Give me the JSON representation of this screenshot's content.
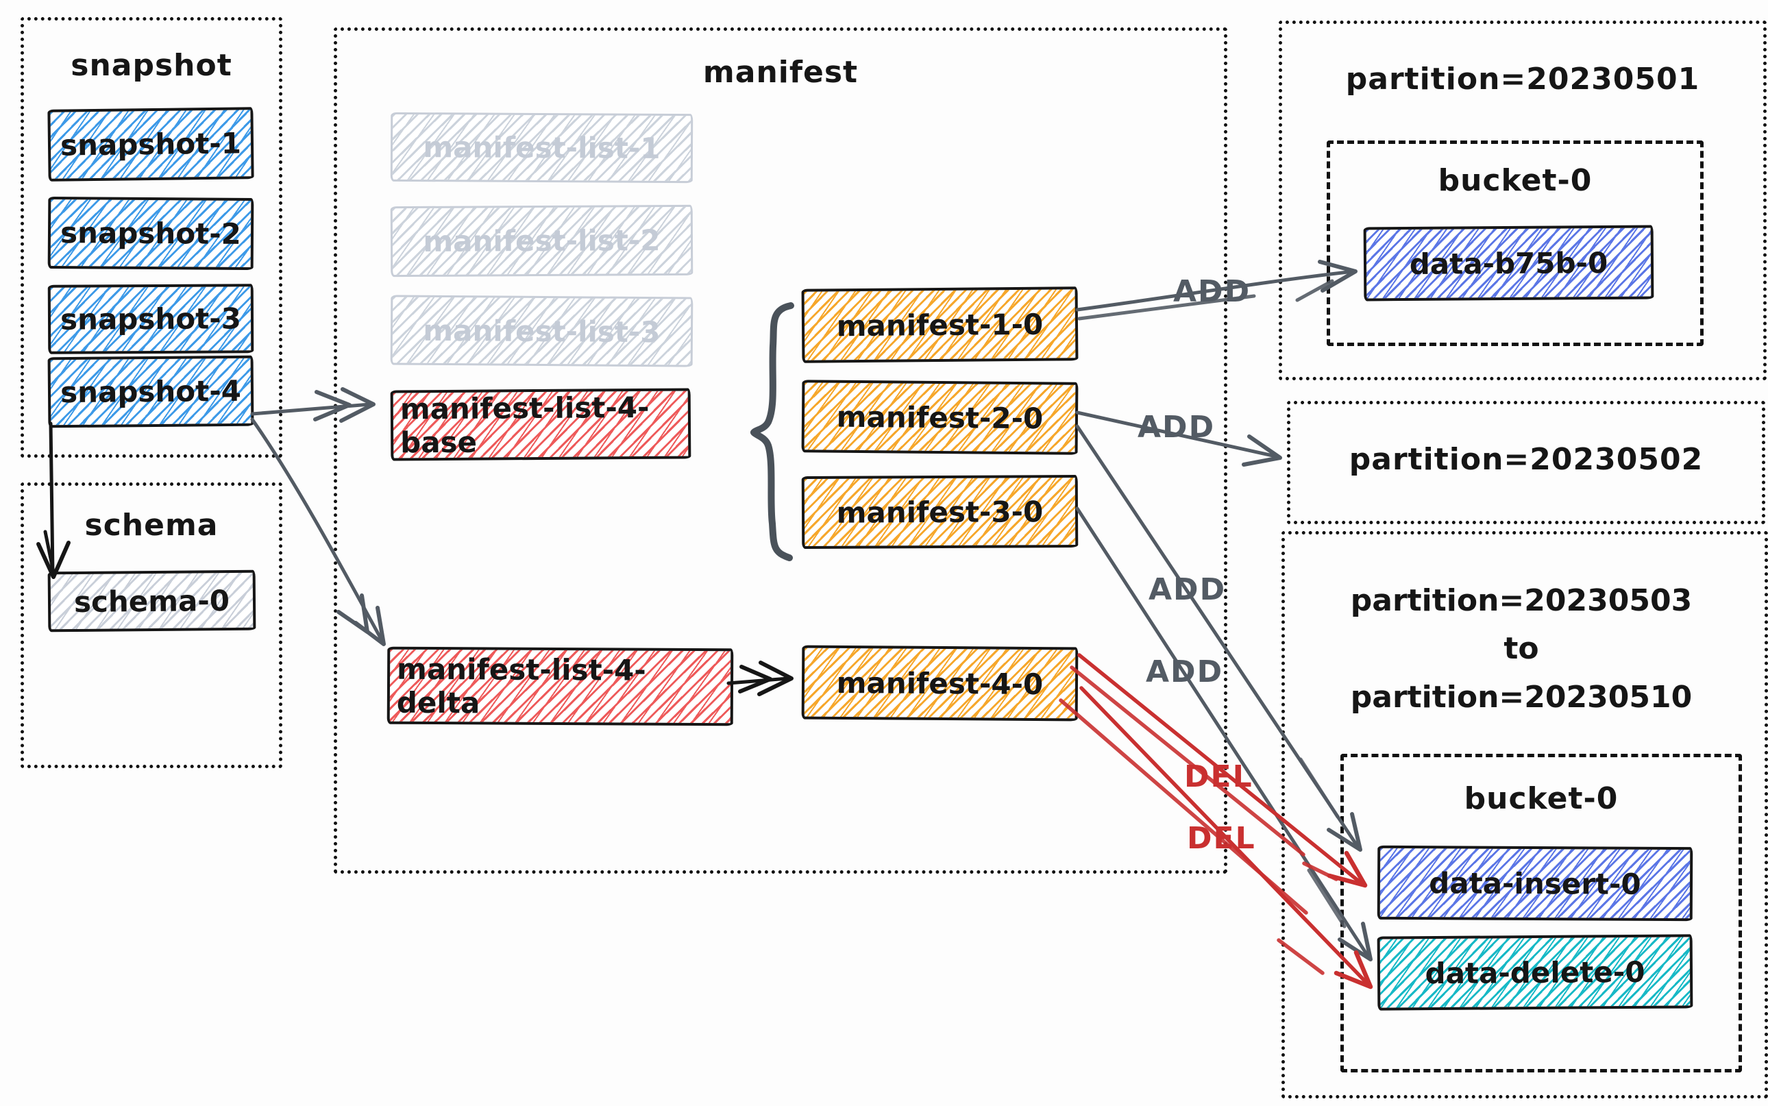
{
  "diagram": {
    "snapshot_group": {
      "title": "snapshot",
      "items": [
        "snapshot-1",
        "snapshot-2",
        "snapshot-3",
        "snapshot-4"
      ]
    },
    "schema_group": {
      "title": "schema",
      "items": [
        "schema-0"
      ]
    },
    "manifest_group": {
      "title": "manifest",
      "faded_lists": [
        "manifest-list-1",
        "manifest-list-2",
        "manifest-list-3"
      ],
      "lists": [
        "manifest-list-4-base",
        "manifest-list-4-delta"
      ],
      "manifests": [
        "manifest-1-0",
        "manifest-2-0",
        "manifest-3-0",
        "manifest-4-0"
      ]
    },
    "partitions": [
      {
        "title": "partition=20230501",
        "bucket": {
          "title": "bucket-0",
          "files": [
            "data-b75b-0"
          ]
        }
      },
      {
        "title": "partition=20230502"
      },
      {
        "title_lines": [
          "partition=20230503",
          "to",
          "partition=20230510"
        ],
        "bucket": {
          "title": "bucket-0",
          "files": [
            "data-insert-0",
            "data-delete-0"
          ]
        }
      }
    ],
    "edges": [
      {
        "from": "snapshot-4",
        "to": "manifest-list-4-base",
        "label": "",
        "color": "gray"
      },
      {
        "from": "snapshot-4",
        "to": "manifest-list-4-delta",
        "label": "",
        "color": "gray"
      },
      {
        "from": "snapshot-4",
        "to": "schema-0",
        "label": "",
        "color": "black"
      },
      {
        "from": "manifest-list-4-base",
        "to": [
          "manifest-1-0",
          "manifest-2-0",
          "manifest-3-0"
        ],
        "label": "",
        "color": "black"
      },
      {
        "from": "manifest-list-4-delta",
        "to": "manifest-4-0",
        "label": "",
        "color": "black"
      },
      {
        "from": "manifest-1-0",
        "to": "data-b75b-0",
        "label": "ADD",
        "color": "gray"
      },
      {
        "from": "manifest-2-0",
        "to": "partition=20230502",
        "label": "ADD",
        "color": "gray"
      },
      {
        "from": "manifest-2-0",
        "to": "data-insert-0",
        "label": "ADD",
        "color": "gray"
      },
      {
        "from": "manifest-3-0",
        "to": "data-delete-0",
        "label": "ADD",
        "color": "gray"
      },
      {
        "from": "manifest-4-0",
        "to": "data-insert-0",
        "label": "DEL",
        "color": "red"
      },
      {
        "from": "manifest-4-0",
        "to": "data-delete-0",
        "label": "DEL",
        "color": "red"
      }
    ],
    "colors": {
      "snapshot-hatch": "#3d9ae8",
      "schema-hatch": "#c9cfd9",
      "faded-hatch": "#ccd3dc",
      "faded-border": "#c7cdd7",
      "faded-text": "#c4cbd6",
      "list-red-hatch": "#ee5a5a",
      "manifest-orange-hatch": "#f6a72b",
      "data-blue-hatch": "#5b76e6",
      "data-teal-hatch": "#17b9c6",
      "arrow-gray": "#535b64",
      "arrow-red": "#c93030",
      "ink": "#161616"
    }
  }
}
